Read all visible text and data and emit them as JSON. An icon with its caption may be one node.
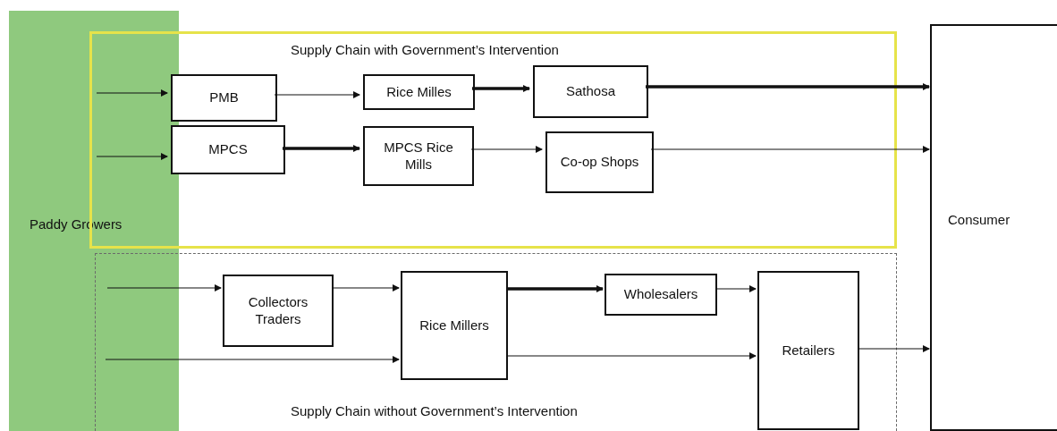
{
  "diagram": {
    "nodes": [
      {
        "text": [
          "Paddy Growers"
        ]
      },
      {
        "text": [
          "Supply Chain with Government’s Intervention"
        ]
      },
      {
        "text": [
          "PMB"
        ],
        "in": 1
      },
      {
        "text": [
          "Rice Milles"
        ],
        "in": 1
      },
      {
        "text": [
          "Sathosa"
        ],
        "in": 1
      },
      {
        "text": [
          "MPCS"
        ],
        "in": 1
      },
      {
        "text": [
          "MPCS Rice Mills"
        ],
        "in": 1
      },
      {
        "text": [
          "Co-op Shops"
        ],
        "in": 1
      },
      {
        "text": [
          "Supply Chain without Government’s Intervention"
        ]
      },
      {
        "text": [
          "Collectors Traders"
        ],
        "in": 8
      },
      {
        "text": [
          "Rice Millers"
        ],
        "in": 8
      },
      {
        "text": [
          "Wholesalers"
        ],
        "in": 8
      },
      {
        "text": [
          "Retailers"
        ],
        "in": 8
      },
      {
        "text": [
          "Consumer"
        ]
      }
    ],
    "edges": [
      {
        "from": 0,
        "to": 2,
        "arrow": "to"
      },
      {
        "from": 0,
        "to": 5,
        "arrow": "to"
      },
      {
        "from": 2,
        "to": 3,
        "arrow": "to"
      },
      {
        "from": 3,
        "to": 4,
        "arrow": "to",
        "style": "thick"
      },
      {
        "from": 4,
        "to": 13,
        "arrow": "to",
        "style": "thick"
      },
      {
        "from": 5,
        "to": 6,
        "arrow": "to",
        "style": "thick"
      },
      {
        "from": 6,
        "to": 7,
        "arrow": "to"
      },
      {
        "from": 7,
        "to": 13,
        "arrow": "to"
      },
      {
        "from": 0,
        "to": 9,
        "arrow": "to"
      },
      {
        "from": 0,
        "to": 10,
        "arrow": "to"
      },
      {
        "from": 9,
        "to": 10,
        "arrow": "to"
      },
      {
        "from": 10,
        "to": 11,
        "arrow": "to",
        "style": "thick"
      },
      {
        "from": 11,
        "to": 12,
        "arrow": "to"
      },
      {
        "from": 10,
        "to": 12,
        "arrow": "to"
      },
      {
        "from": 12,
        "to": 13,
        "arrow": "to"
      }
    ]
  }
}
